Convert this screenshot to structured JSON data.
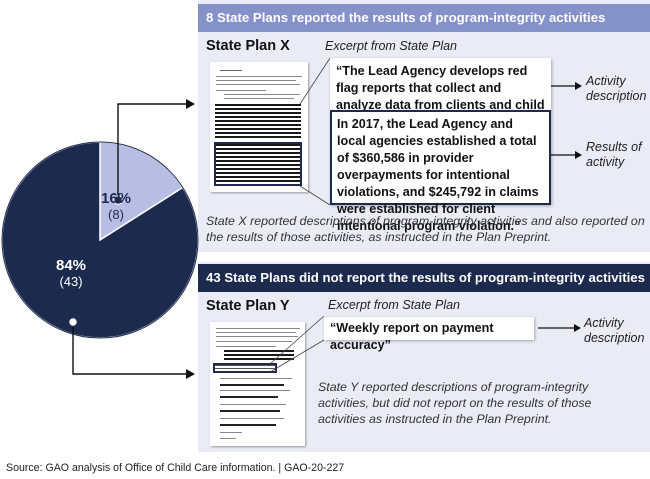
{
  "chart_data": {
    "type": "pie",
    "slices": [
      {
        "label": "Reported results of program-integrity activities",
        "percent": 16,
        "count": 8,
        "percent_text": "16%",
        "count_text": "(8)",
        "color": "#b8bde3"
      },
      {
        "label": "Did not report results of program-integrity activities",
        "percent": 84,
        "count": 43,
        "percent_text": "84%",
        "count_text": "(43)",
        "color": "#1c2a4d"
      }
    ]
  },
  "top": {
    "banner": "8 State Plans reported the results of program-integrity activities",
    "plan_title": "State Plan X",
    "excerpt_label": "Excerpt from State Plan",
    "quote1": "“The Lead Agency develops red flag reports that collect and analyze data from clients and child care providers …",
    "quote2": "In 2017, the Lead Agency and local agencies established a total of $360,586 in provider overpayments for intentional violations, and $245,792 in claims were established for client intentional program violation.”",
    "note1": "Activity description",
    "note2": "Results of activity",
    "summary": "State X reported descriptions of program-integrity activities and also reported on the results of those activities, as instructed in the Plan Preprint."
  },
  "bottom": {
    "banner": "43 State Plans did not report the results of program-integrity activities",
    "plan_title": "State Plan Y",
    "excerpt_label": "Excerpt from State Plan",
    "quote": "“Weekly report on payment accuracy”",
    "note": "Activity description",
    "summary": "State Y reported descriptions of program-integrity activities, but did not report on the results of those activities as instructed in the Plan Preprint."
  },
  "source": "Source: GAO analysis of Office of Child Care information.  |  GAO-20-227"
}
